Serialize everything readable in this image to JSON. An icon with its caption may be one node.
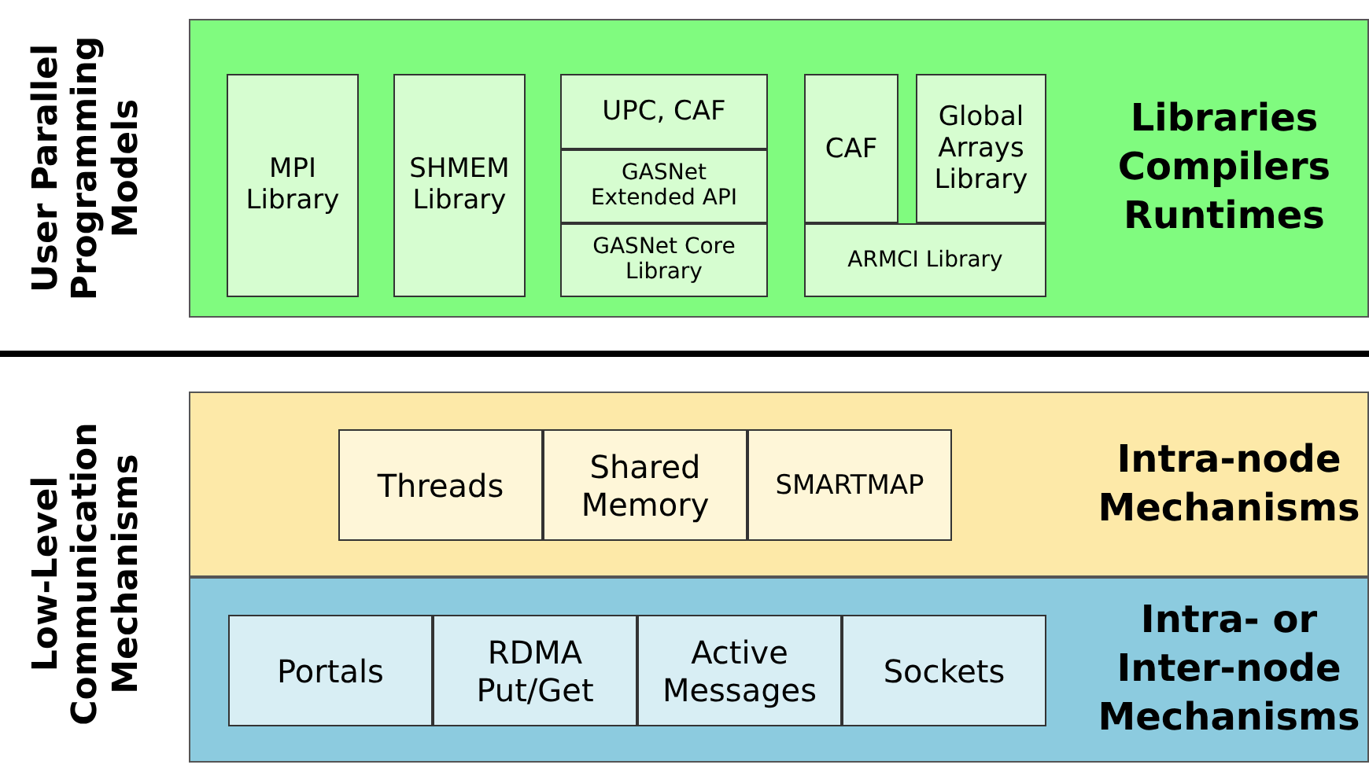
{
  "diagram": {
    "nodes": [
      {
        "text": [
          "Libraries Compilers Runtimes"
        ]
      },
      {
        "text": [
          "MPI Library"
        ],
        "in": 0
      },
      {
        "text": [
          "SHMEM Library"
        ],
        "in": 0
      },
      {
        "text": [
          "UPC, CAF"
        ],
        "in": 0
      },
      {
        "text": [
          "GASNet Extended API"
        ],
        "in": 0
      },
      {
        "text": [
          "GASNet Core Library"
        ],
        "in": 0
      },
      {
        "text": [
          "CAF"
        ],
        "in": 0
      },
      {
        "text": [
          "Global Arrays Library"
        ],
        "in": 0
      },
      {
        "text": [
          "ARMCI Library"
        ],
        "in": 0
      },
      {
        "text": [
          "Intra-node Mechanisms"
        ]
      },
      {
        "text": [
          "Threads"
        ],
        "in": 9
      },
      {
        "text": [
          "Shared Memory"
        ],
        "in": 9
      },
      {
        "text": [
          "SMARTMAP"
        ],
        "in": 9
      },
      {
        "text": [
          "Intra- or Inter-node Mechanisms"
        ]
      },
      {
        "text": [
          "Portals"
        ],
        "in": 13
      },
      {
        "text": [
          "RDMA Put/Get"
        ],
        "in": 13
      },
      {
        "text": [
          "Active Messages"
        ],
        "in": 13
      },
      {
        "text": [
          "Sockets"
        ],
        "in": 13
      }
    ],
    "edges": [],
    "labels": [
      "User Parallel Programming Models",
      "Low-Level Communication Mechanisms"
    ]
  }
}
